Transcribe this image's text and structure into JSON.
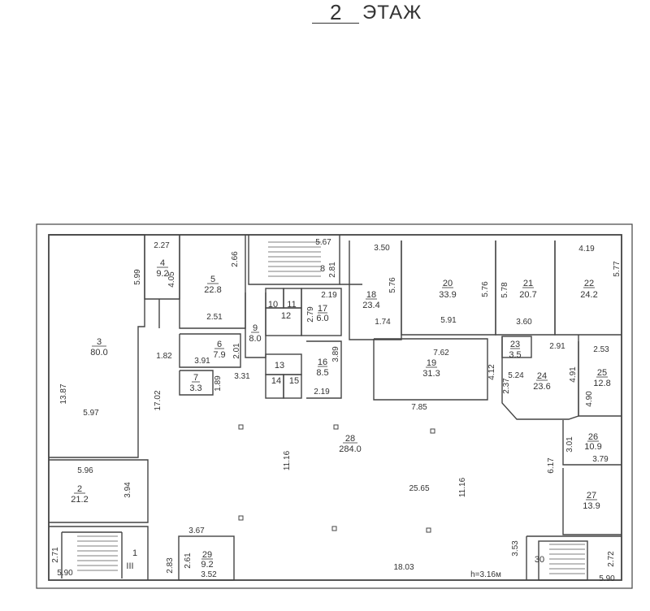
{
  "floor": {
    "number": "2",
    "label": "ЭТАЖ"
  },
  "ceiling_height": "h=3.16м",
  "stair_mark": "III",
  "rooms": [
    {
      "id": "1",
      "area": ""
    },
    {
      "id": "2",
      "area": "21.2"
    },
    {
      "id": "3",
      "area": "80.0"
    },
    {
      "id": "4",
      "area": "9.2"
    },
    {
      "id": "5",
      "area": "22.8"
    },
    {
      "id": "6",
      "area": "7.9"
    },
    {
      "id": "7",
      "area": "3.3"
    },
    {
      "id": "8",
      "area": ""
    },
    {
      "id": "9",
      "area": "8.0"
    },
    {
      "id": "10",
      "area": ""
    },
    {
      "id": "11",
      "area": ""
    },
    {
      "id": "12",
      "area": ""
    },
    {
      "id": "13",
      "area": ""
    },
    {
      "id": "14",
      "area": ""
    },
    {
      "id": "15",
      "area": ""
    },
    {
      "id": "16",
      "area": "8.5"
    },
    {
      "id": "17",
      "area": "6.0"
    },
    {
      "id": "18",
      "area": "23.4"
    },
    {
      "id": "19",
      "area": "31.3"
    },
    {
      "id": "20",
      "area": "33.9"
    },
    {
      "id": "21",
      "area": "20.7"
    },
    {
      "id": "22",
      "area": "24.2"
    },
    {
      "id": "23",
      "area": "3.5"
    },
    {
      "id": "24",
      "area": "23.6"
    },
    {
      "id": "25",
      "area": "12.8"
    },
    {
      "id": "26",
      "area": "10.9"
    },
    {
      "id": "27",
      "area": "13.9"
    },
    {
      "id": "28",
      "area": "284.0"
    },
    {
      "id": "29",
      "area": "9.2"
    },
    {
      "id": "30",
      "area": ""
    }
  ],
  "dimensions": [
    "2.27",
    "4.05",
    "5.99",
    "2.66",
    "2.51",
    "5.67",
    "2.81",
    "3.50",
    "5.76",
    "5.76",
    "5.91",
    "5.78",
    "3.60",
    "4.19",
    "5.77",
    "2.19",
    "2.79",
    "1.74",
    "13.87",
    "5.97",
    "1.82",
    "17.02",
    "3.91",
    "2.01",
    "3.31",
    "1.89",
    "3.89",
    "2.19",
    "7.62",
    "4.12",
    "7.85",
    "2.91",
    "2.37",
    "5.24",
    "4.91",
    "2.53",
    "4.90",
    "3.01",
    "3.79",
    "6.17",
    "11.16",
    "25.65",
    "11.16",
    "5.96",
    "3.94",
    "3.67",
    "2.71",
    "5.90",
    "2.83",
    "2.61",
    "3.52",
    "18.03",
    "3.53",
    "2.72",
    "5.90"
  ]
}
